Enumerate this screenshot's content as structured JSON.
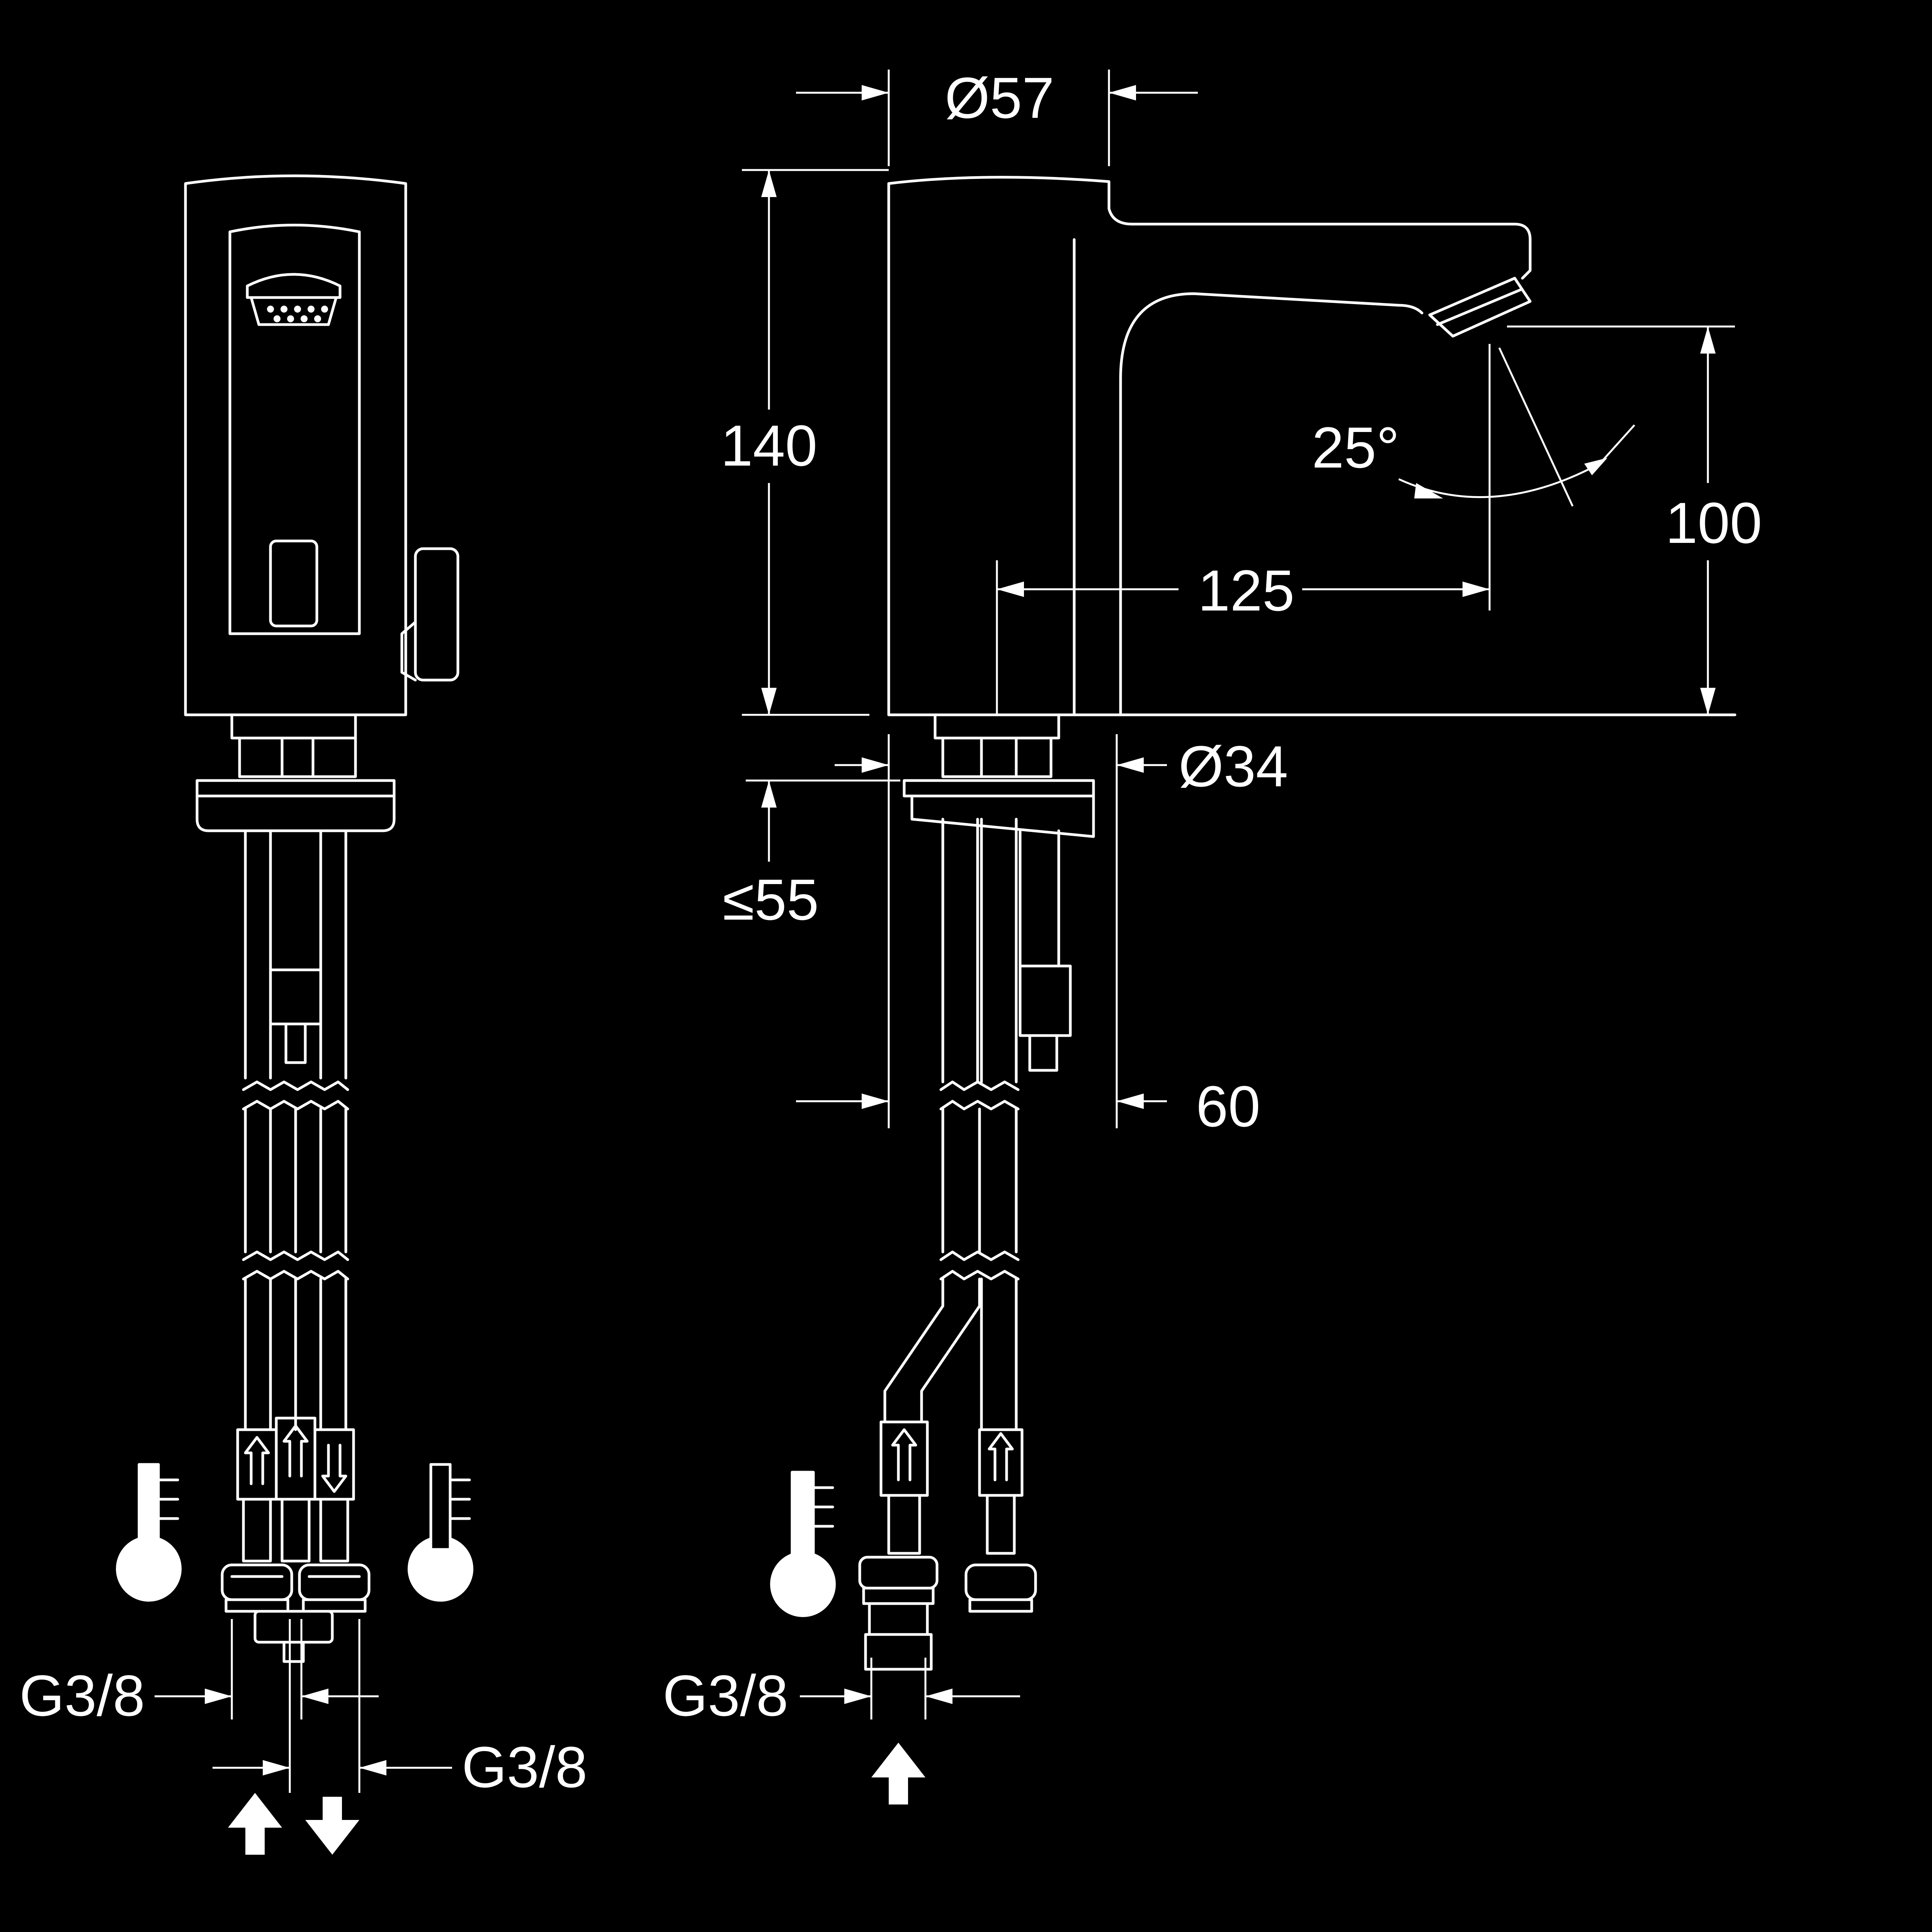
{
  "dimensions": {
    "diameter_top": "Ø57",
    "height_total": "140",
    "angle": "25°",
    "spout_height": "100",
    "spout_reach": "125",
    "diameter_base": "Ø34",
    "max_thickness": "≤55",
    "hole_offset": "60",
    "thread_left_a": "G3/8",
    "thread_left_b": "G3/8",
    "thread_right": "G3/8"
  },
  "symbols": {
    "hot_water": "thermometer-hot-icon",
    "cold_water": "thermometer-cold-icon",
    "supply_in": "arrow-up-icon",
    "drain_out": "arrow-down-icon"
  },
  "colors": {
    "background": "#000000",
    "line": "#ffffff"
  }
}
